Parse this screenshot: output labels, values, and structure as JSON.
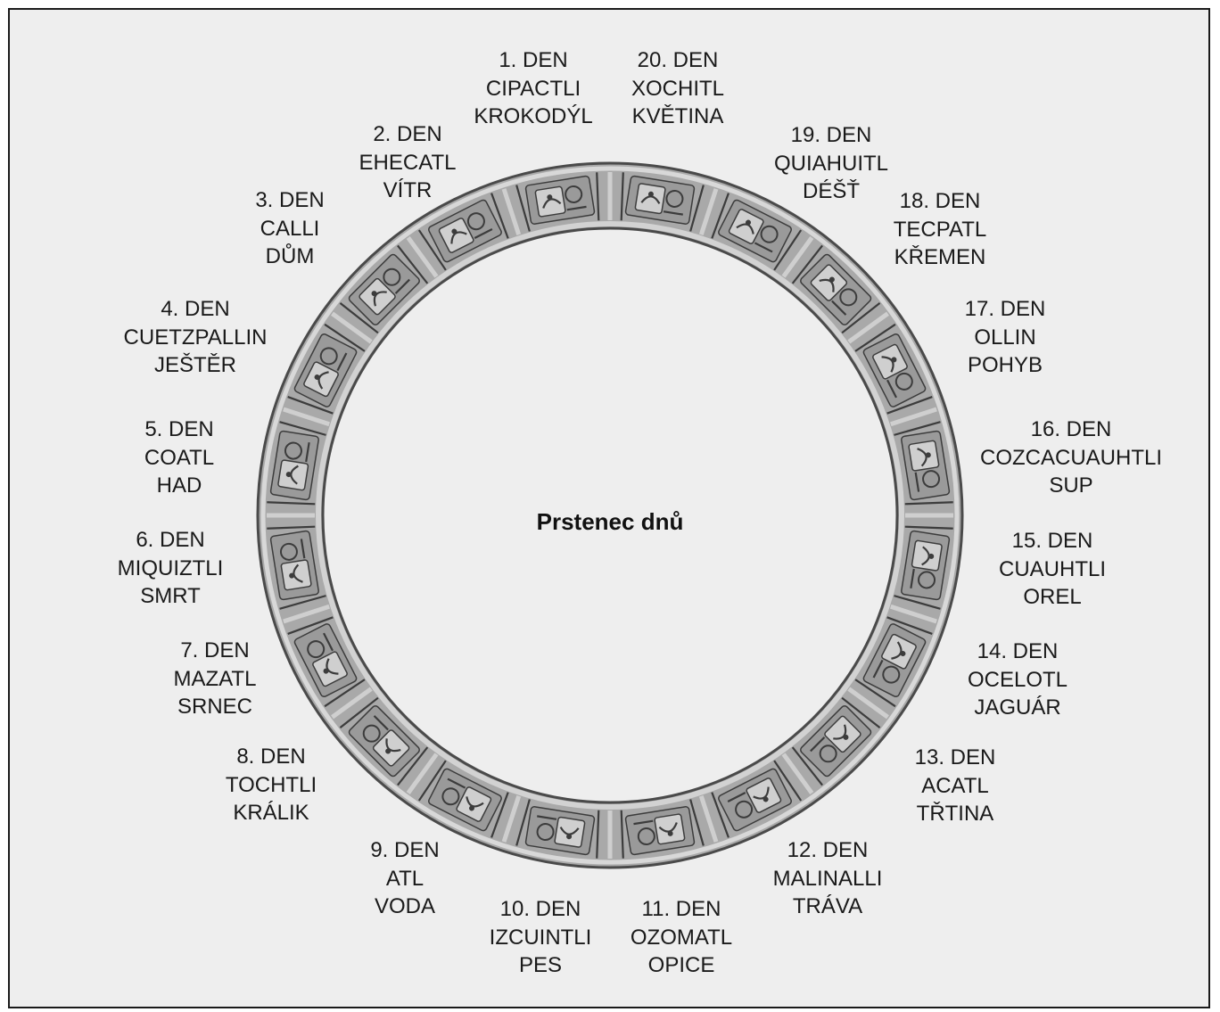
{
  "title": "Prstenec dnů",
  "colors": {
    "background": "#eeeeee",
    "frame": "#1a1a1a",
    "ring_light": "#cfcfcf",
    "ring_mid": "#9a9a9a",
    "ring_dark": "#3c3c3c"
  },
  "days": [
    {
      "num": "1. DEN",
      "name": "CIPACTLI",
      "meaning": "KROKODÝL",
      "glyph": "crocodile-glyph-icon"
    },
    {
      "num": "2. DEN",
      "name": "EHECATL",
      "meaning": "VÍTR",
      "glyph": "wind-glyph-icon"
    },
    {
      "num": "3. DEN",
      "name": "CALLI",
      "meaning": "DŮM",
      "glyph": "house-glyph-icon"
    },
    {
      "num": "4. DEN",
      "name": "CUETZPALLIN",
      "meaning": "JEŠTĚR",
      "glyph": "lizard-glyph-icon"
    },
    {
      "num": "5. DEN",
      "name": "COATL",
      "meaning": "HAD",
      "glyph": "snake-glyph-icon"
    },
    {
      "num": "6. DEN",
      "name": "MIQUIZTLI",
      "meaning": "SMRT",
      "glyph": "skull-glyph-icon"
    },
    {
      "num": "7. DEN",
      "name": "MAZATL",
      "meaning": "SRNEC",
      "glyph": "deer-glyph-icon"
    },
    {
      "num": "8. DEN",
      "name": "TOCHTLI",
      "meaning": "KRÁLIK",
      "glyph": "rabbit-glyph-icon"
    },
    {
      "num": "9. DEN",
      "name": "ATL",
      "meaning": "VODA",
      "glyph": "water-glyph-icon"
    },
    {
      "num": "10. DEN",
      "name": "IZCUINTLI",
      "meaning": "PES",
      "glyph": "dog-glyph-icon"
    },
    {
      "num": "11. DEN",
      "name": "OZOMATL",
      "meaning": "OPICE",
      "glyph": "monkey-glyph-icon"
    },
    {
      "num": "12. DEN",
      "name": "MALINALLI",
      "meaning": "TRÁVA",
      "glyph": "grass-glyph-icon"
    },
    {
      "num": "13. DEN",
      "name": "ACATL",
      "meaning": "TŘTINA",
      "glyph": "reed-glyph-icon"
    },
    {
      "num": "14. DEN",
      "name": "OCELOTL",
      "meaning": "JAGUÁR",
      "glyph": "jaguar-glyph-icon"
    },
    {
      "num": "15. DEN",
      "name": "CUAUHTLI",
      "meaning": "OREL",
      "glyph": "eagle-glyph-icon"
    },
    {
      "num": "16. DEN",
      "name": "COZCACUAUHTLI",
      "meaning": "SUP",
      "glyph": "vulture-glyph-icon"
    },
    {
      "num": "17. DEN",
      "name": "OLLIN",
      "meaning": "POHYB",
      "glyph": "movement-glyph-icon"
    },
    {
      "num": "18. DEN",
      "name": "TECPATL",
      "meaning": "KŘEMEN",
      "glyph": "flint-glyph-icon"
    },
    {
      "num": "19. DEN",
      "name": "QUIAHUITL",
      "meaning": "DÉŠŤ",
      "glyph": "rain-glyph-icon"
    },
    {
      "num": "20. DEN",
      "name": "XOCHITL",
      "meaning": "KVĚTINA",
      "glyph": "flower-glyph-icon"
    }
  ]
}
